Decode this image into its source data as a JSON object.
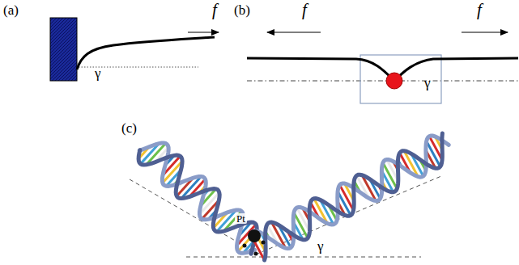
{
  "diagram": {
    "labels": [
      "(a)",
      "f",
      "γ",
      "(b)",
      "f",
      "f",
      "γ",
      "(c)",
      "Pt",
      "γ"
    ]
  }
}
